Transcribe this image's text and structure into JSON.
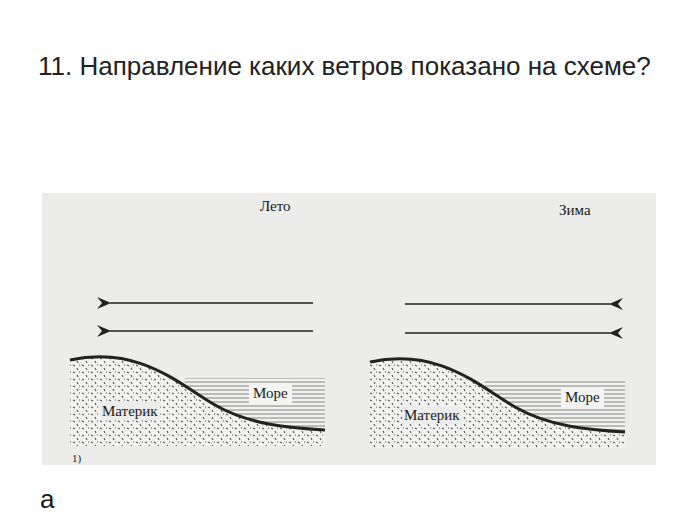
{
  "diagram": {
    "title": "11. Направление каких ветров показано на схеме?",
    "labels": [
      "Лето",
      "Зима",
      "Море",
      "Материк",
      "Море",
      "Материк",
      "1)",
      "а"
    ]
  }
}
